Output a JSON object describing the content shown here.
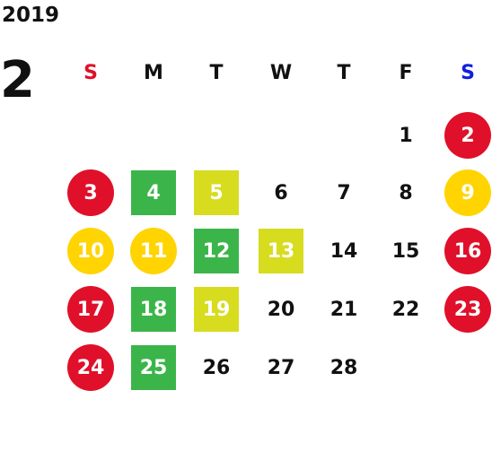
{
  "header": {
    "year": "2019",
    "month": "2"
  },
  "weekdays": [
    {
      "label": "S",
      "kind": "sun"
    },
    {
      "label": "M",
      "kind": "plain"
    },
    {
      "label": "T",
      "kind": "plain"
    },
    {
      "label": "W",
      "kind": "plain"
    },
    {
      "label": "T",
      "kind": "plain"
    },
    {
      "label": "F",
      "kind": "plain"
    },
    {
      "label": "S",
      "kind": "sat"
    }
  ],
  "colors": {
    "red": "#e0102a",
    "yellow": "#ffd400",
    "green": "#3bb54a",
    "lime": "#d7dc1f",
    "sunday_label": "#e0102a",
    "saturday_label": "#1020e0"
  },
  "weeks": [
    [
      null,
      null,
      null,
      null,
      null,
      {
        "day": "1",
        "style": "plain"
      },
      {
        "day": "2",
        "style": "red"
      }
    ],
    [
      {
        "day": "3",
        "style": "red"
      },
      {
        "day": "4",
        "style": "green"
      },
      {
        "day": "5",
        "style": "lime"
      },
      {
        "day": "6",
        "style": "plain"
      },
      {
        "day": "7",
        "style": "plain"
      },
      {
        "day": "8",
        "style": "plain"
      },
      {
        "day": "9",
        "style": "yellow"
      }
    ],
    [
      {
        "day": "10",
        "style": "yellow"
      },
      {
        "day": "11",
        "style": "yellow"
      },
      {
        "day": "12",
        "style": "green"
      },
      {
        "day": "13",
        "style": "lime"
      },
      {
        "day": "14",
        "style": "plain"
      },
      {
        "day": "15",
        "style": "plain"
      },
      {
        "day": "16",
        "style": "red"
      }
    ],
    [
      {
        "day": "17",
        "style": "red"
      },
      {
        "day": "18",
        "style": "green"
      },
      {
        "day": "19",
        "style": "lime"
      },
      {
        "day": "20",
        "style": "plain"
      },
      {
        "day": "21",
        "style": "plain"
      },
      {
        "day": "22",
        "style": "plain"
      },
      {
        "day": "23",
        "style": "red"
      }
    ],
    [
      {
        "day": "24",
        "style": "red"
      },
      {
        "day": "25",
        "style": "green"
      },
      {
        "day": "26",
        "style": "plain"
      },
      {
        "day": "27",
        "style": "plain"
      },
      {
        "day": "28",
        "style": "plain"
      },
      null,
      null
    ]
  ]
}
